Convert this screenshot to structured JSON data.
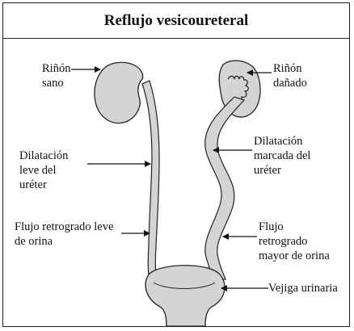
{
  "title": "Reflujo vesicoureteral",
  "labels": {
    "healthy_kidney": [
      "Riñón",
      "sano"
    ],
    "mild_dilation": [
      "Dilatación",
      "leve del",
      "uréter"
    ],
    "mild_reflux": [
      "Flujo retrogrado leve",
      "de orina"
    ],
    "damaged_kidney": [
      "Riñón",
      "dañado"
    ],
    "marked_dilation": [
      "Dilatación",
      "marcada del",
      "uréter"
    ],
    "major_reflux": [
      "Flujo",
      "retrogrado",
      "mayor de orina"
    ],
    "bladder": [
      "Vejiga urinaria"
    ]
  }
}
